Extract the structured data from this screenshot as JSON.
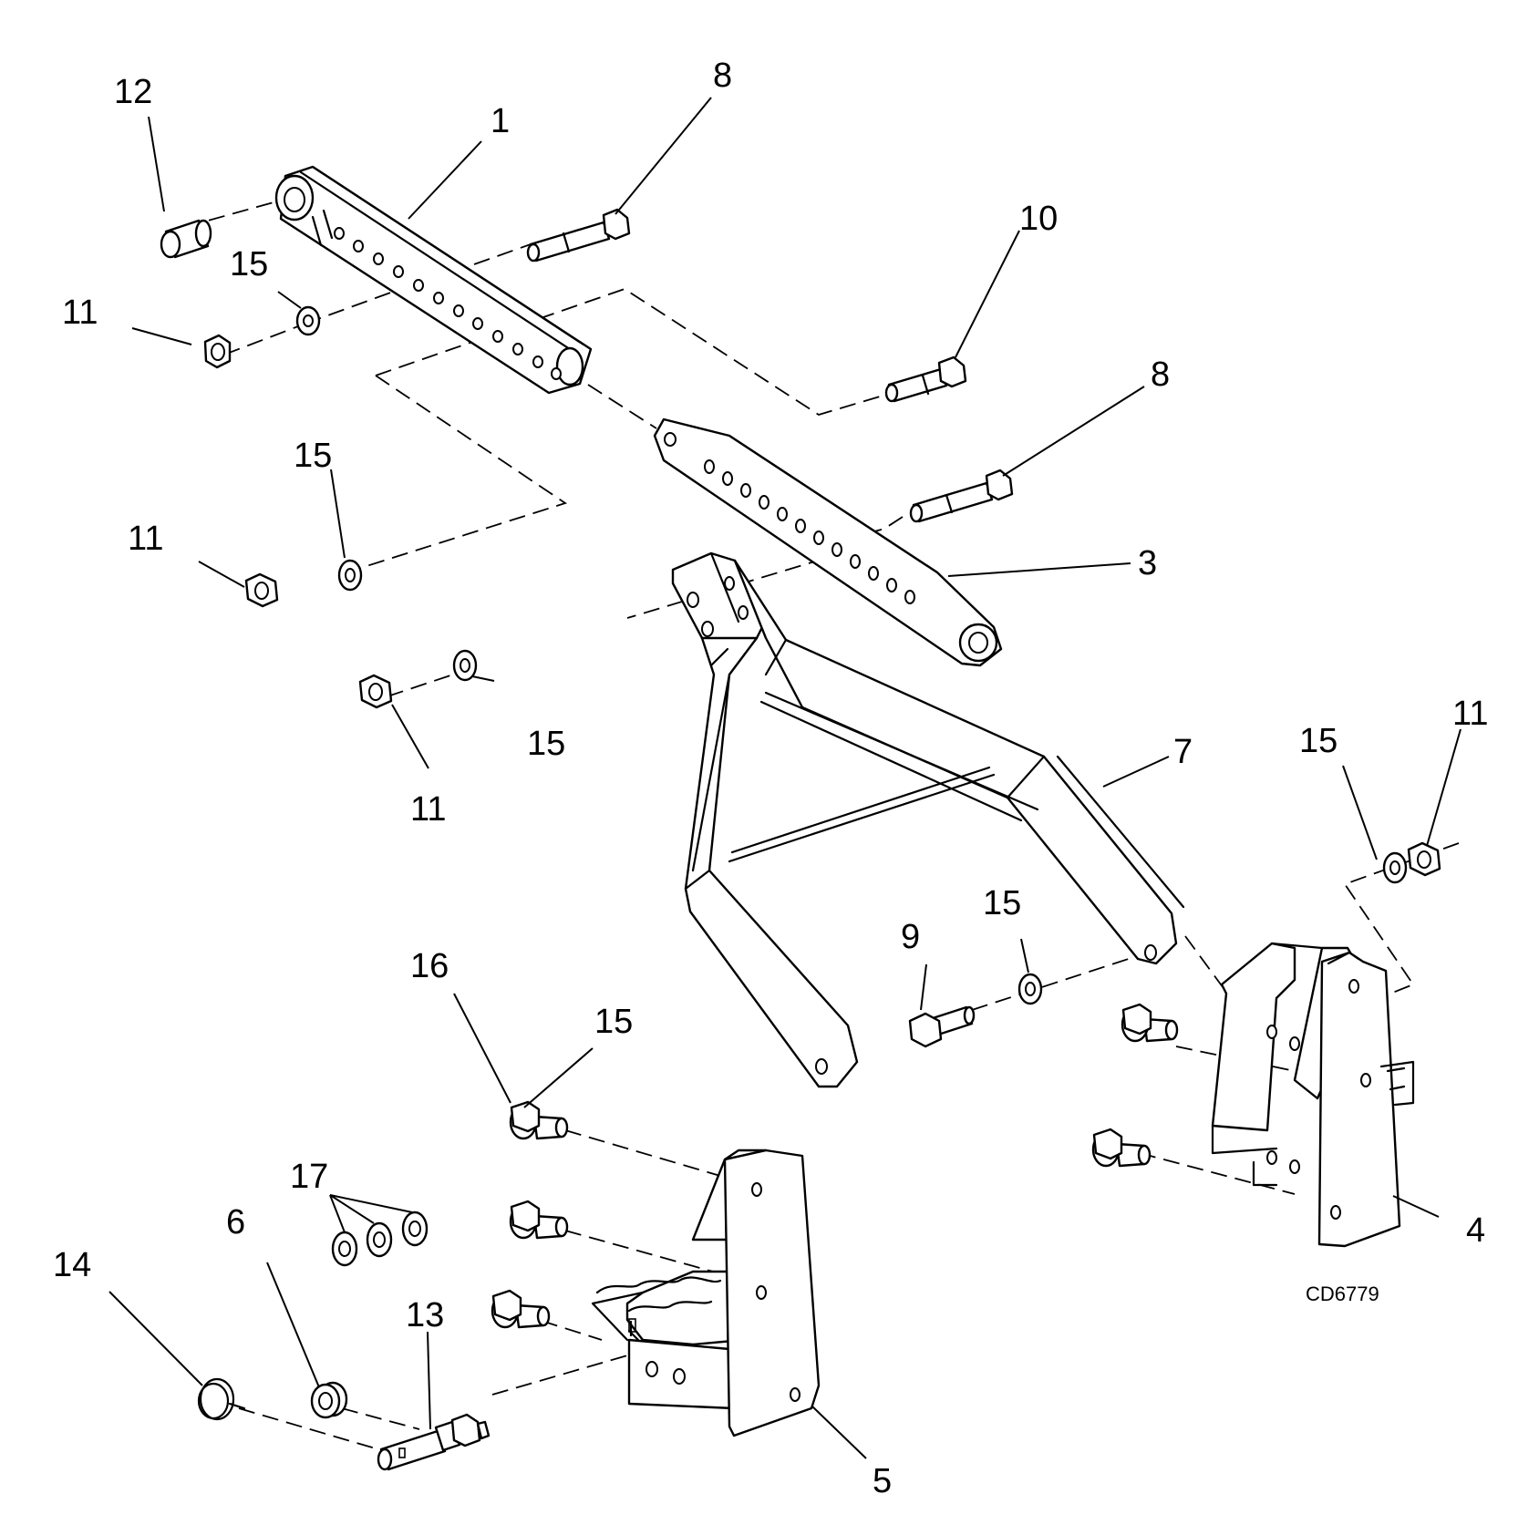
{
  "callouts": {
    "c1": "1",
    "c3": "3",
    "c4": "4",
    "c5": "5",
    "c6": "6",
    "c7": "7",
    "c8": "8",
    "c9": "9",
    "c10": "10",
    "c11": "11",
    "c12": "12",
    "c13": "13",
    "c14": "14",
    "c15": "15",
    "c16": "16",
    "c17": "17"
  },
  "drawing_code": "CD6779"
}
